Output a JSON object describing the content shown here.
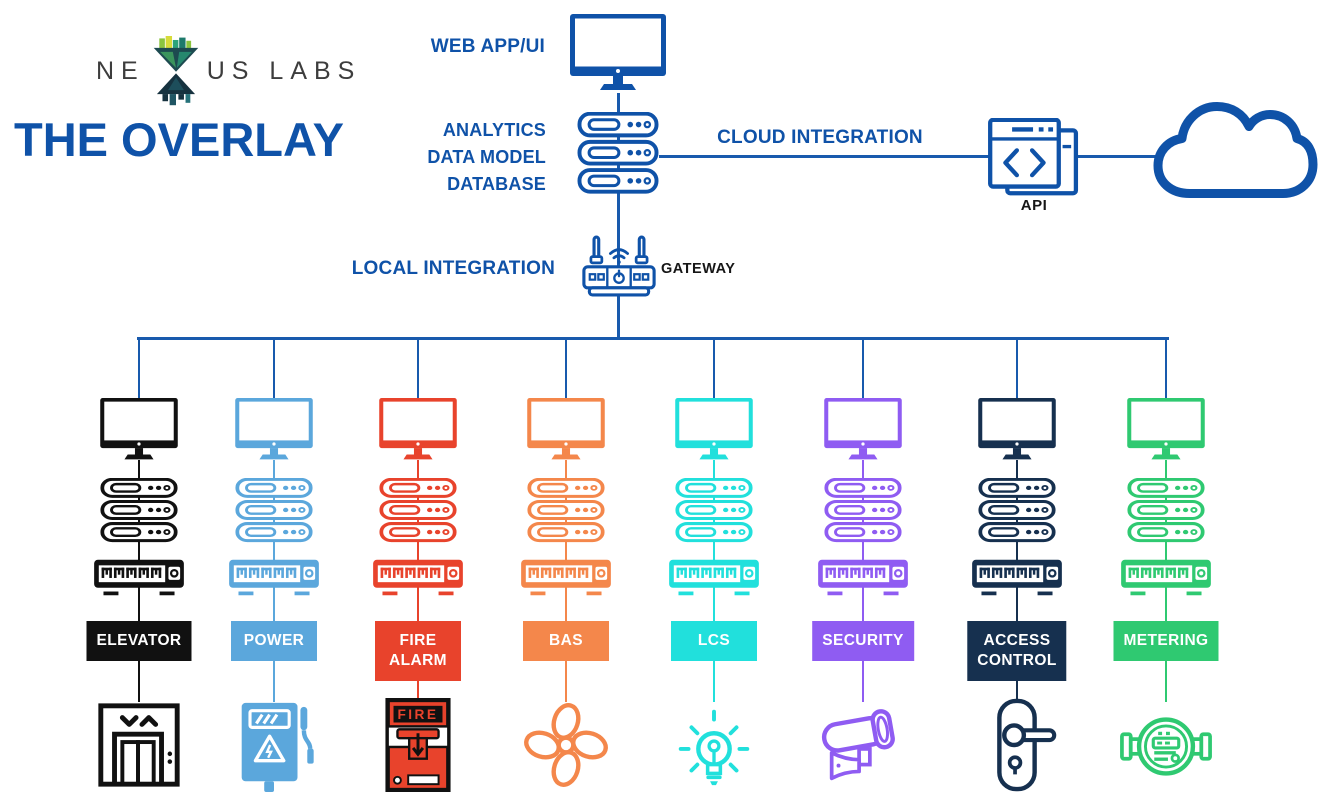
{
  "brand": {
    "logo_left": "NE",
    "logo_right": "US LABS",
    "title": "THE OVERLAY"
  },
  "top": {
    "web_app_label": "WEB APP/UI",
    "stack_labels": [
      "ANALYTICS",
      "DATA MODEL",
      "DATABASE"
    ],
    "cloud_integration_label": "CLOUD INTEGRATION",
    "local_integration_label": "LOCAL INTEGRATION",
    "api_label": "API",
    "gateway_label": "GATEWAY"
  },
  "colors": {
    "primary_blue": "#0F52A8",
    "line_blue": "#185AAD",
    "label_dark": "#161616",
    "logo_greens": [
      "#8BC53F",
      "#D7DB3A",
      "#2BA37A",
      "#1D7A6B",
      "#16323F"
    ]
  },
  "columns": [
    {
      "label": "ELEVATOR",
      "color": "#111111",
      "icon": "elevator"
    },
    {
      "label": "POWER",
      "color": "#5BA7DC",
      "icon": "power-box"
    },
    {
      "label": "FIRE ALARM",
      "color": "#E8432C",
      "icon": "fire-alarm"
    },
    {
      "label": "BAS",
      "color": "#F4874B",
      "icon": "fan"
    },
    {
      "label": "LCS",
      "color": "#21E0DC",
      "icon": "light-bulb"
    },
    {
      "label": "SECURITY",
      "color": "#8F5CF2",
      "icon": "cctv-camera"
    },
    {
      "label": "ACCESS CONTROL",
      "color": "#16304F",
      "icon": "door-handle"
    },
    {
      "label": "METERING",
      "color": "#2FC971",
      "icon": "meter"
    }
  ]
}
